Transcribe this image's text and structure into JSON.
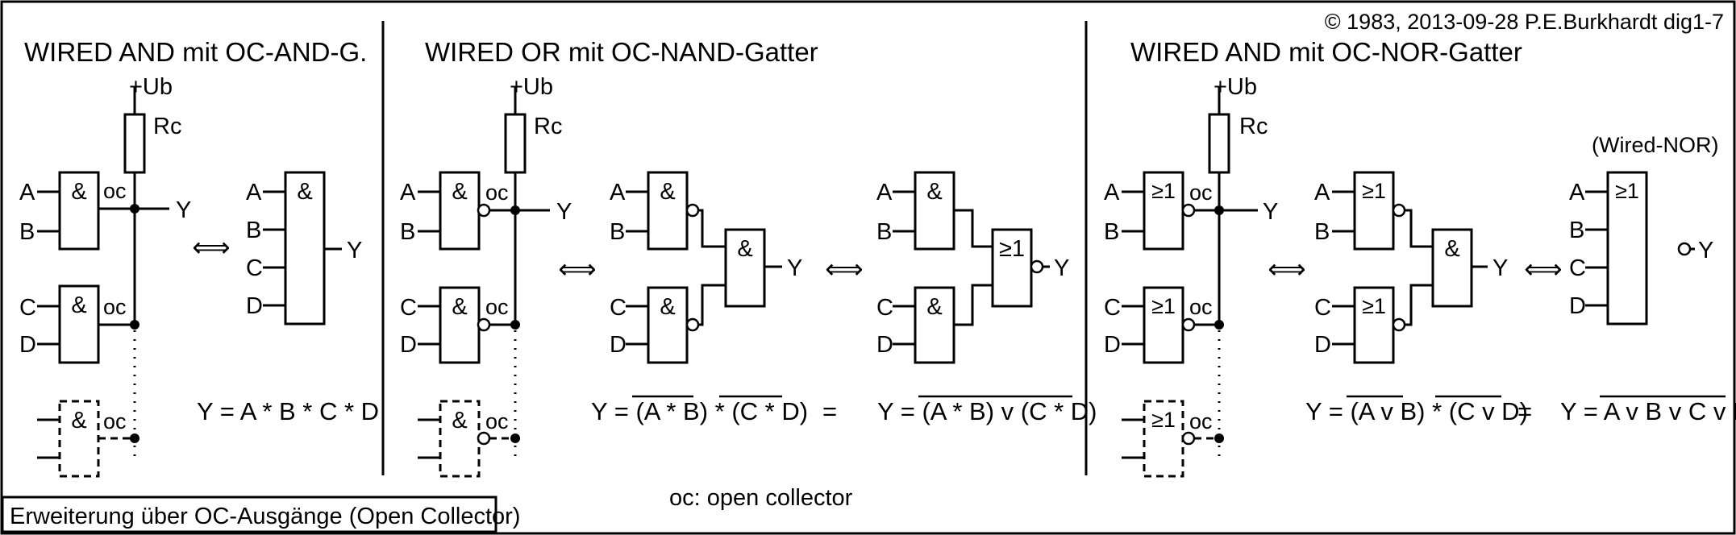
{
  "copyright": "© 1983, 2013-09-28 P.E.Burkhardt dig1-7",
  "footer_caption": "Erweiterung über OC-Ausgänge (Open Collector)",
  "legend_oc": "oc: open collector",
  "supply": "+Ub",
  "resistor": "Rc",
  "oc": "oc",
  "output": "Y",
  "inputs": {
    "a": "A",
    "b": "B",
    "c": "C",
    "d": "D"
  },
  "symbols": {
    "and": "&",
    "or": "≥1",
    "equivalent": "⟺"
  },
  "equals": "=",
  "panels": {
    "and": {
      "title": "WIRED AND mit OC-AND-G.",
      "equation": "Y = A * B * C * D"
    },
    "or": {
      "title": "WIRED OR mit OC-NAND-Gatter",
      "equation_left": "Y = (A * B) * (C * D)",
      "equation_right": "Y = (A * B) v (C * D)"
    },
    "nor": {
      "title": "WIRED AND mit OC-NOR-Gatter",
      "label_wired_nor": "(Wired-NOR)",
      "equation_left": "Y = (A v B) * (C v D)",
      "equation_right": "Y = A v B v C v D"
    }
  }
}
